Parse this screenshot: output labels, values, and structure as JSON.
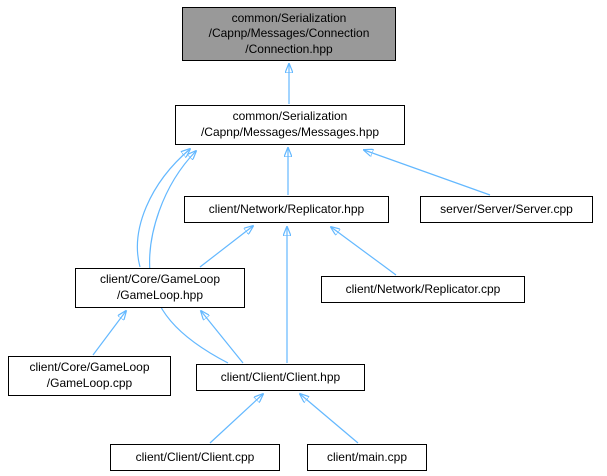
{
  "graph": {
    "type": "include-dependency-graph",
    "background_color": "#FFFFFF",
    "edge_color": "#63B8FF",
    "node_border_color": "#000000",
    "node_fill_color": "#FFFFFF",
    "current_node_fill_color": "#999999",
    "nodes": [
      {
        "id": "connection_hpp",
        "label": "common/Serialization\n/Capnp/Messages/Connection\n/Connection.hpp",
        "current": true
      },
      {
        "id": "messages_hpp",
        "label": "common/Serialization\n/Capnp/Messages/Messages.hpp",
        "current": false
      },
      {
        "id": "replicator_hpp",
        "label": "client/Network/Replicator.hpp",
        "current": false
      },
      {
        "id": "server_cpp",
        "label": "server/Server/Server.cpp",
        "current": false
      },
      {
        "id": "gameloop_hpp",
        "label": "client/Core/GameLoop\n/GameLoop.hpp",
        "current": false
      },
      {
        "id": "replicator_cpp",
        "label": "client/Network/Replicator.cpp",
        "current": false
      },
      {
        "id": "gameloop_cpp",
        "label": "client/Core/GameLoop\n/GameLoop.cpp",
        "current": false
      },
      {
        "id": "client_hpp",
        "label": "client/Client/Client.hpp",
        "current": false
      },
      {
        "id": "client_cpp",
        "label": "client/Client/Client.cpp",
        "current": false
      },
      {
        "id": "main_cpp",
        "label": "client/main.cpp",
        "current": false
      }
    ],
    "edges": [
      {
        "from": "messages_hpp",
        "to": "connection_hpp"
      },
      {
        "from": "replicator_hpp",
        "to": "messages_hpp"
      },
      {
        "from": "server_cpp",
        "to": "messages_hpp"
      },
      {
        "from": "gameloop_hpp",
        "to": "messages_hpp"
      },
      {
        "from": "client_hpp",
        "to": "messages_hpp"
      },
      {
        "from": "gameloop_hpp",
        "to": "replicator_hpp"
      },
      {
        "from": "replicator_cpp",
        "to": "replicator_hpp"
      },
      {
        "from": "client_hpp",
        "to": "replicator_hpp"
      },
      {
        "from": "client_hpp",
        "to": "gameloop_hpp"
      },
      {
        "from": "gameloop_cpp",
        "to": "gameloop_hpp"
      },
      {
        "from": "client_cpp",
        "to": "client_hpp"
      },
      {
        "from": "main_cpp",
        "to": "client_hpp"
      }
    ]
  }
}
